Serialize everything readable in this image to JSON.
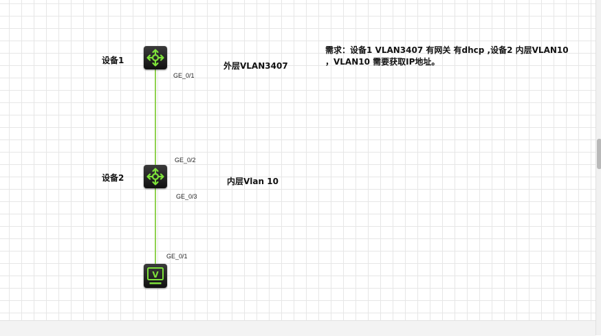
{
  "devices": {
    "device1": {
      "label": "设备1",
      "port": "GE_0/1",
      "icon": "switch-icon"
    },
    "device2": {
      "label": "设备2",
      "port_up": "GE_0/2",
      "port_down": "GE_0/3",
      "icon": "switch-icon"
    },
    "pc": {
      "port": "GE_0/1",
      "icon": "vpc-terminal-icon",
      "glyph": "V"
    }
  },
  "notes": {
    "outer_vlan": "外层VLAN3407",
    "inner_vlan": "内层Vlan 10",
    "requirement_line1": "需求：设备1 VLAN3407 有网关 有dhcp ,设备2 内层VLAN10",
    "requirement_line2": "，VLAN10 需要获取IP地址。"
  },
  "colors": {
    "link": "#8fd14f",
    "icon_accent": "#7ee23a",
    "device_body": "#1f1f1f"
  }
}
